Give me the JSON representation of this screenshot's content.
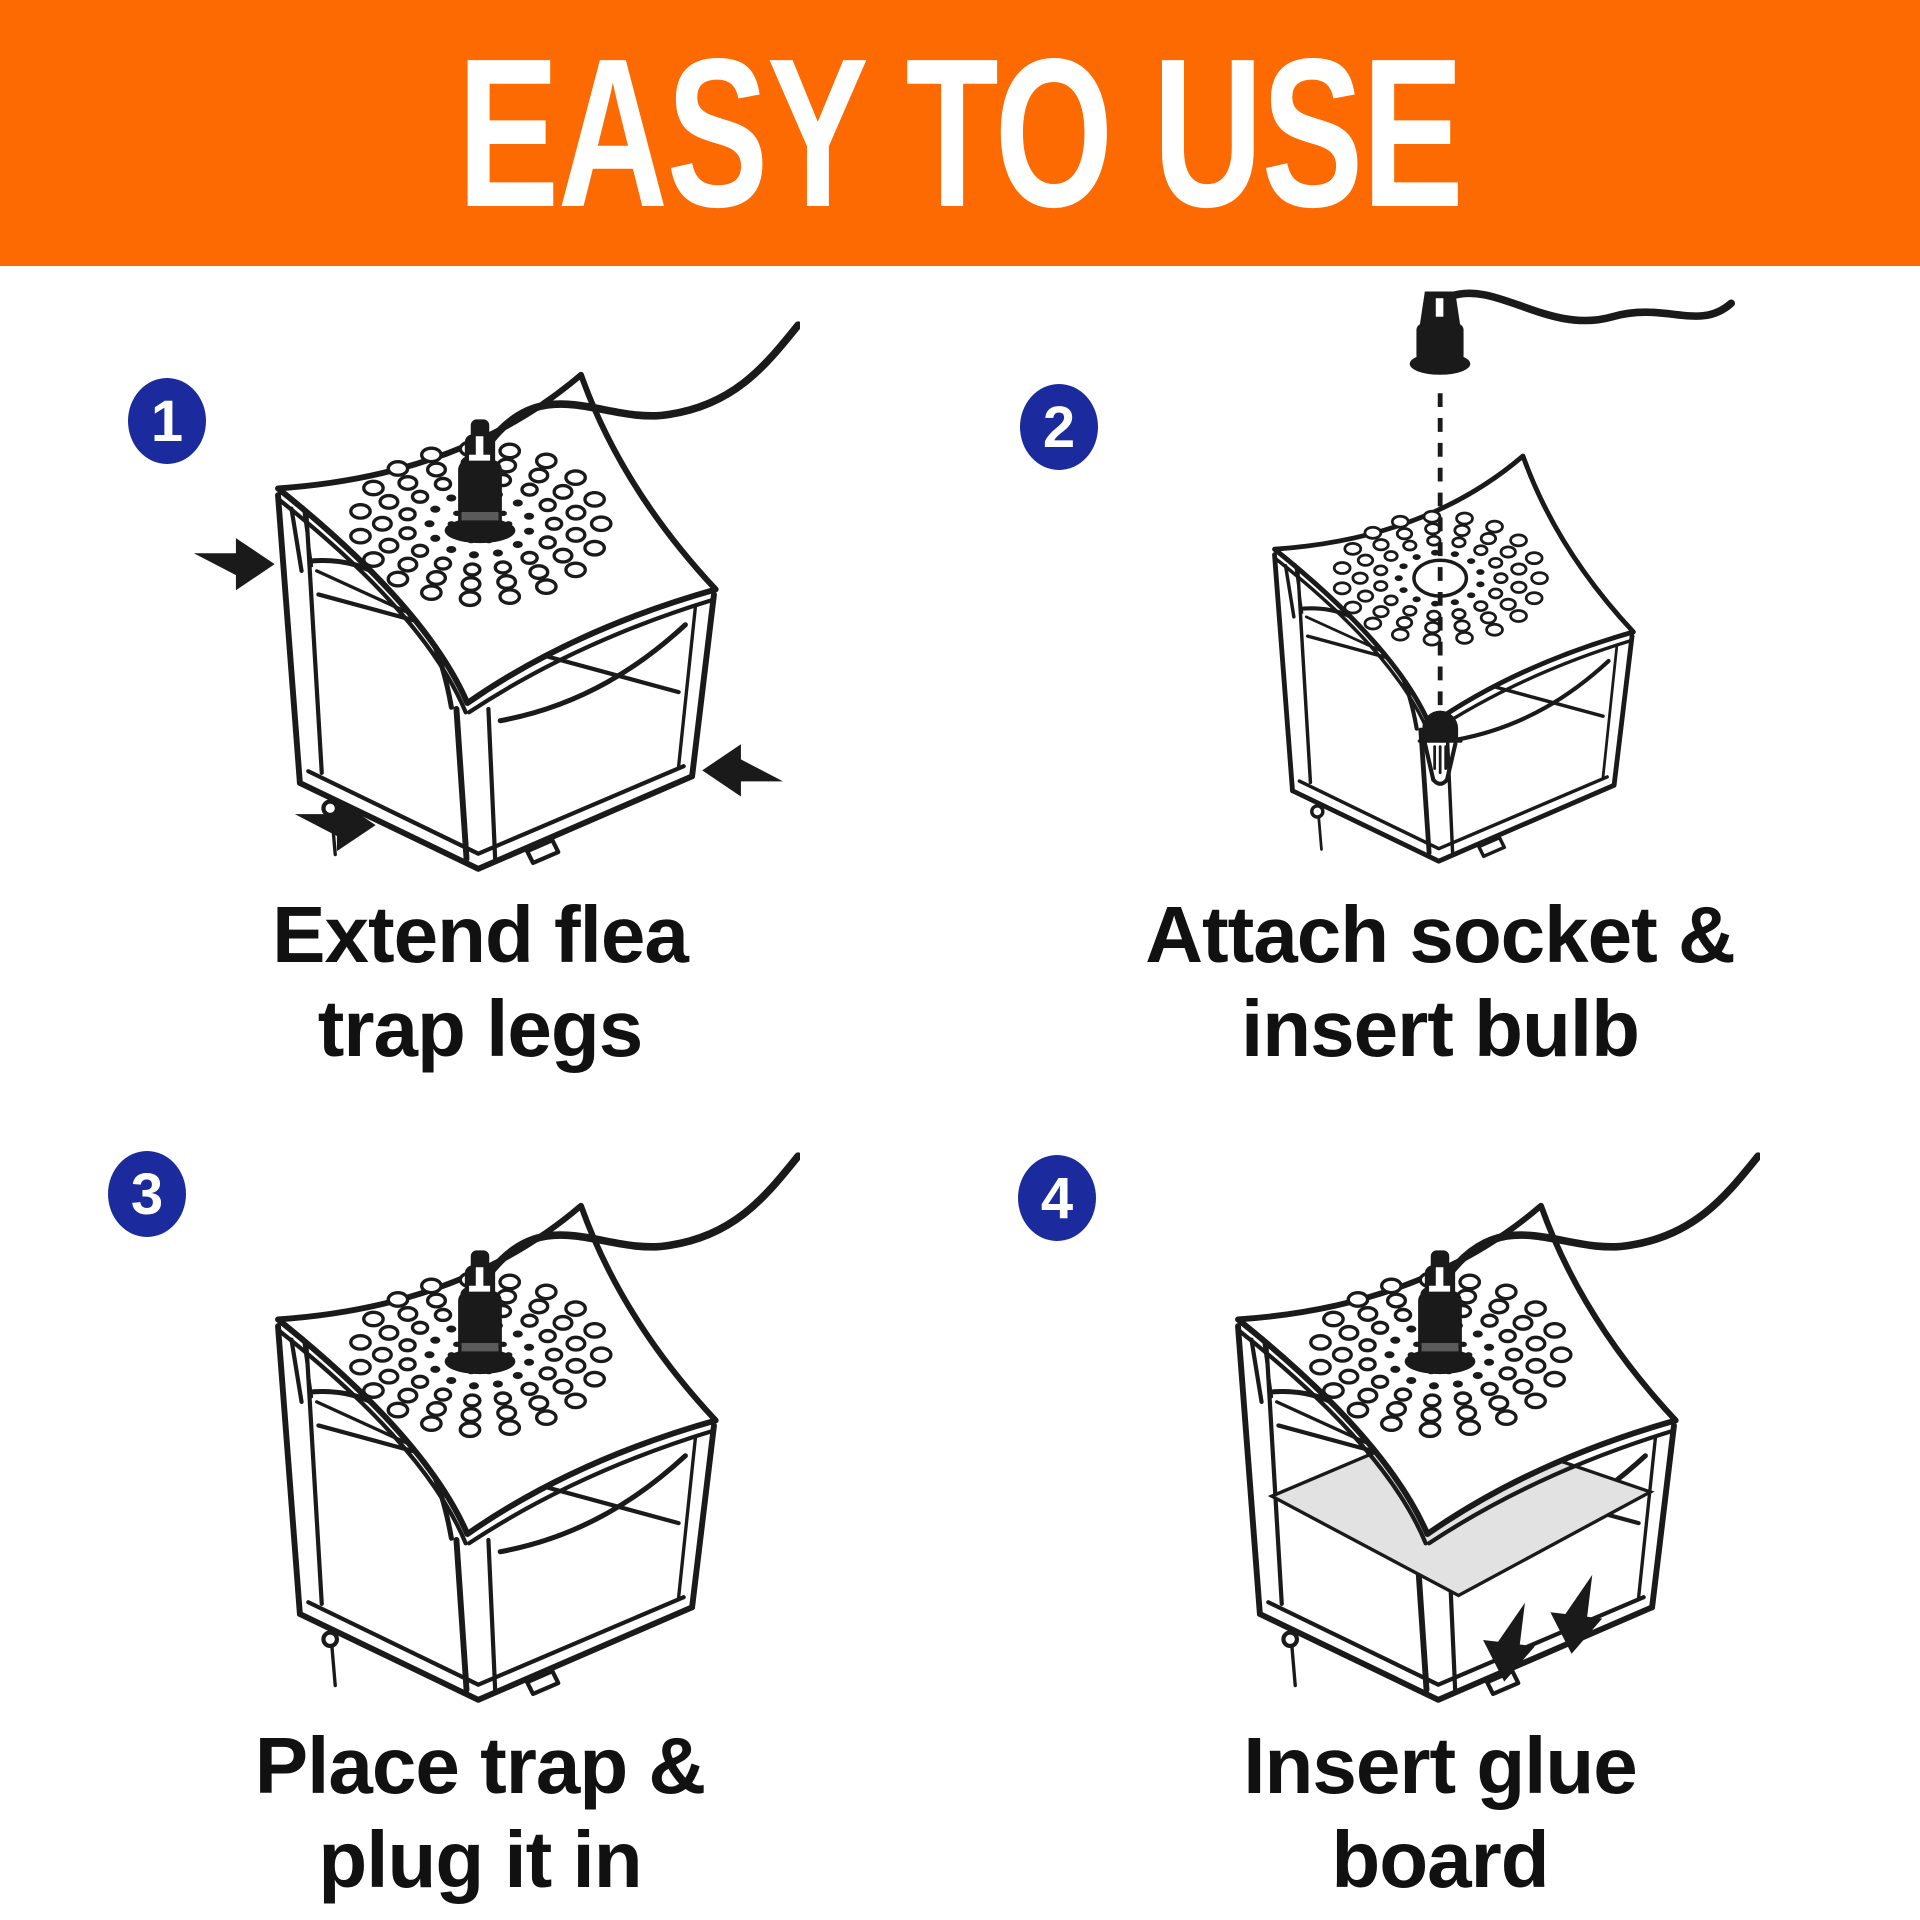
{
  "banner": {
    "title": "EASY TO USE"
  },
  "colors": {
    "banner_bg": "#FC6A01",
    "banner_text": "#FFFFFF",
    "badge_bg": "#1B2A9C",
    "badge_text": "#FFFFFF",
    "line": "#1A1A1A",
    "glue_board": "#E2E2E2",
    "background": "#FFFFFF"
  },
  "steps": [
    {
      "number": "1",
      "caption_line1": "Extend flea",
      "caption_line2": "trap legs",
      "alt": "Flea trap line drawing with three black arrows pointing at the fold-out legs"
    },
    {
      "number": "2",
      "caption_line1": "Attach socket &",
      "caption_line2": "insert bulb",
      "alt": "Socket with cord above the trap and a dashed line down to a light bulb inside"
    },
    {
      "number": "3",
      "caption_line1": "Place trap &",
      "caption_line2": "plug it in",
      "alt": "Assembled flea trap with power cord"
    },
    {
      "number": "4",
      "caption_line1": "Insert glue",
      "caption_line2": "board",
      "alt": "Flea trap with glue board inside and two arrows pointing down"
    }
  ]
}
